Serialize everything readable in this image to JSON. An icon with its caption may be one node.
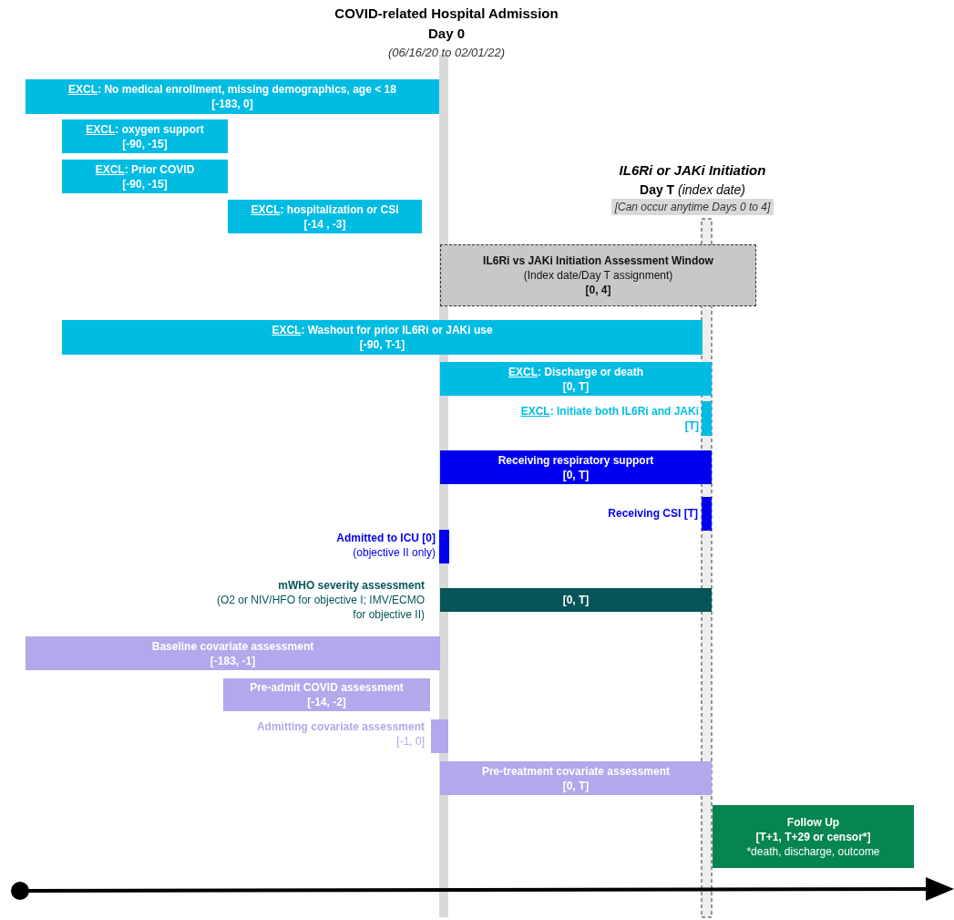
{
  "diagram": {
    "nodes": [
      {
        "text": [
          "EXCL: No medical enrollment, missing demographics, age < 18",
          "[-183, 0]"
        ]
      },
      {
        "text": [
          "EXCL: oxygen support",
          "[-90, -15]"
        ]
      },
      {
        "text": [
          "EXCL: Prior COVID",
          "[-90, -15]"
        ]
      },
      {
        "text": [
          "EXCL: hospitalization or CSI",
          "[-14 , -3]"
        ]
      },
      {
        "text": [
          "IL6Ri vs JAKi Initiation Assessment Window",
          "(Index date/Day T assignment)",
          "[0, 4]"
        ]
      },
      {
        "text": [
          "EXCL: Washout for prior IL6Ri or JAKi use",
          "[-90, T-1]"
        ]
      },
      {
        "text": [
          "EXCL: Discharge or death",
          "[0, T]"
        ]
      },
      {
        "text": [],
        "shape": "bar",
        "beside": [
          "EXCL: Initiate both IL6Ri and JAKi",
          "[T]"
        ]
      },
      {
        "text": [
          "Receiving respiratory support",
          "[0, T]"
        ]
      },
      {
        "text": [],
        "shape": "bar",
        "beside": [
          "Receiving CSI [T]"
        ]
      },
      {
        "text": [],
        "shape": "bar",
        "beside": [
          "Admitted to ICU [0]",
          "(objective II only)"
        ]
      },
      {
        "text": [
          "[0, T]"
        ],
        "beside": [
          "mWHO severity assessment",
          "(O2 or NIV/HFO for objective I; IMV/ECMO for objective II)"
        ]
      },
      {
        "text": [
          "Baseline covariate assessment",
          "[-183, -1]"
        ]
      },
      {
        "text": [
          "Pre-admit COVID assessment",
          "[-14, -2]"
        ]
      },
      {
        "text": [],
        "shape": "bar",
        "beside": [
          "Admitting covariate assessment",
          "[-1, 0]"
        ]
      },
      {
        "text": [
          "Pre-treatment covariate assessment",
          "[0, T]"
        ]
      },
      {
        "text": [
          "Follow Up",
          "[T+1, T+29 or censor*]",
          "*death, discharge, outcome"
        ]
      }
    ],
    "edges": [],
    "labels": [
      "COVID-related Hospital Admission",
      "Day 0",
      "(06/16/20 to 02/01/22)",
      "IL6Ri or JAKi Initiation",
      "**Day T** *(index date)*",
      "[Can occur anytime Days 0 to 4]"
    ]
  }
}
